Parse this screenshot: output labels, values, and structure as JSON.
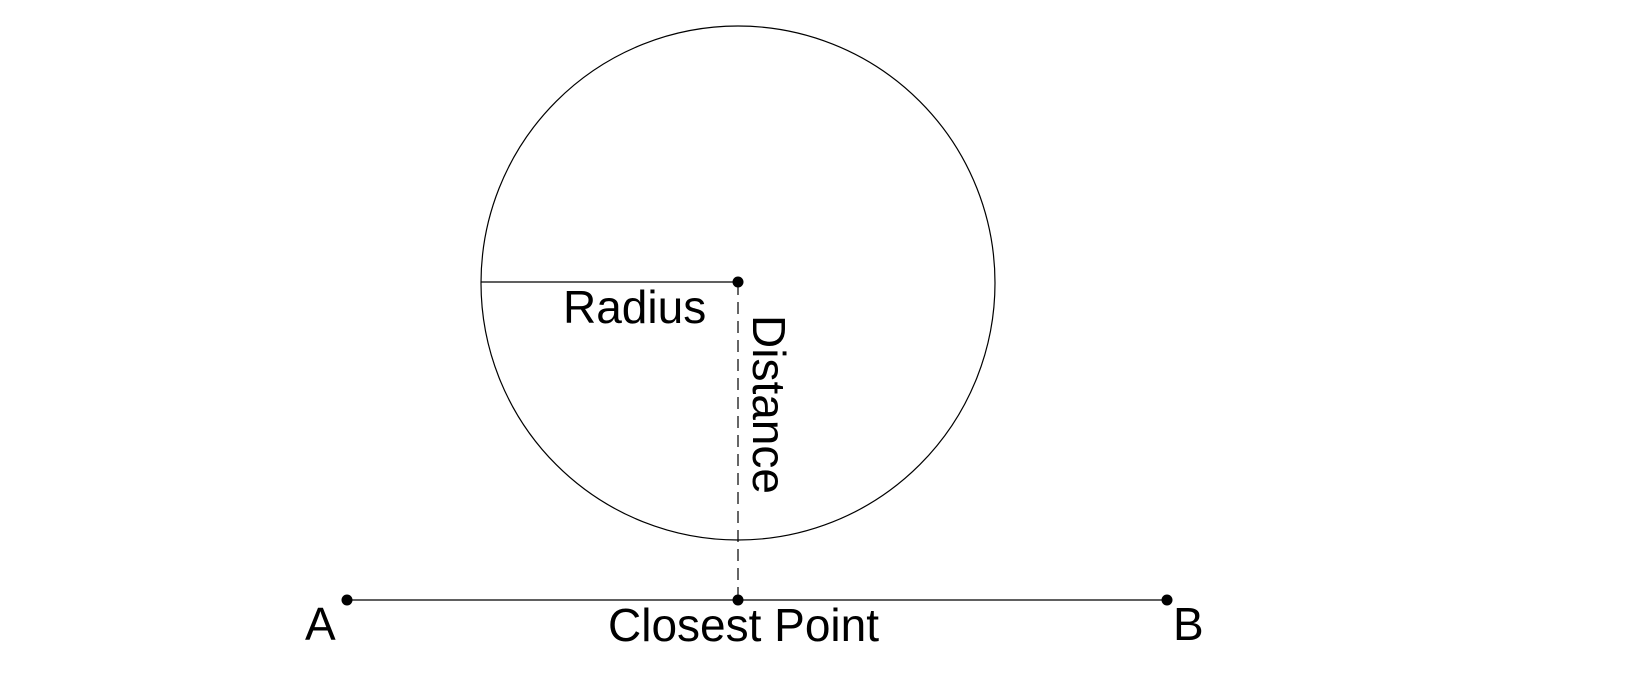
{
  "diagram": {
    "labels": {
      "radius": "Radius",
      "distance": "Distance",
      "point_a": "A",
      "point_b": "B",
      "closest_point": "Closest Point"
    },
    "colors": {
      "stroke": "#000000",
      "background": "#ffffff"
    }
  }
}
